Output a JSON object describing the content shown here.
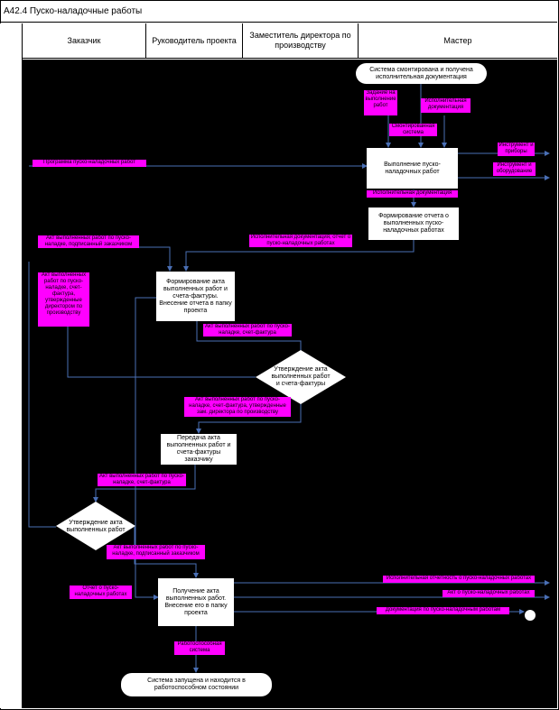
{
  "title": "A42.4 Пуско-наладочные работы",
  "lanes": [
    "Заказчик",
    "Руководитель проекта",
    "Заместитель директора по производству",
    "Мастер"
  ],
  "colors": {
    "background": "#000000",
    "tag": "#ff00ff",
    "connector": "#4a6fb5",
    "box": "#ffffff"
  },
  "nodes": {
    "start": "Система смонтирована и получена исполнительная документация",
    "task1": "Выполнение пуско-наладочных работ",
    "task2": "Формирование отчета о выполненных пуско-наладочных работах",
    "task3": "Формирование акта выполненных работ и счета-фактуры. Внесение отчета в папку проекта",
    "decision1": "Утверждение акта выполненных работ и счета-фактуры",
    "task4": "Передача акта выполненных работ и счета-фактуры заказчику",
    "decision2": "Утверждение акта выполненных работ",
    "task5": "Получение акта выполненных работ. Внесение его в папку проекта",
    "end": "Система запущена и находится в работоспособном состоянии"
  },
  "tags": {
    "t_task_assigned": "Задание на выполнение работ",
    "t_exec_docs": "Исполнительная документация",
    "t_mounted_system": "Смонтированная система",
    "t_program_pnr": "Программа пуско-наладочных работ",
    "t_tools": "Инструмент и приборы",
    "t_tools_out": "Инструмент и оборудование",
    "t_exec_docs2": "Исполнительная документация",
    "t_act_customer": "Акт выполненных работ по пуско-наладке, подписанный заказчиком",
    "t_exec_report": "Исполнительная документация, отчет о пуско-наладочных работах",
    "t_act_left": "Акт выполненных работ по пуско-наладке, счет-фактура, утвержденные директором по производству",
    "t_act_invoice": "Акт выполненных работ по пуско-наладке, счет-фактура",
    "t_act_approved": "Акт выполненных работ по пуско-наладке, счет-фактура, утвержденные зам. директора по производству",
    "t_act_invoice2": "Акт выполненных работ по пуско-наладке, счет-фактура",
    "t_act_signed": "Акт выполненных работ по пуско-наладке, подписанный заказчиком",
    "t_report_pnr": "Отчет о пуско-наладочных работах",
    "t_exec_report2": "Исполнительная отчетность о пуско-наладочных работах",
    "t_act_pnr": "Акт о пуско-наладочных работах",
    "t_docs_pnr": "Документация по пуско-наладочным работам",
    "t_working_system": "Работоспособная система"
  }
}
